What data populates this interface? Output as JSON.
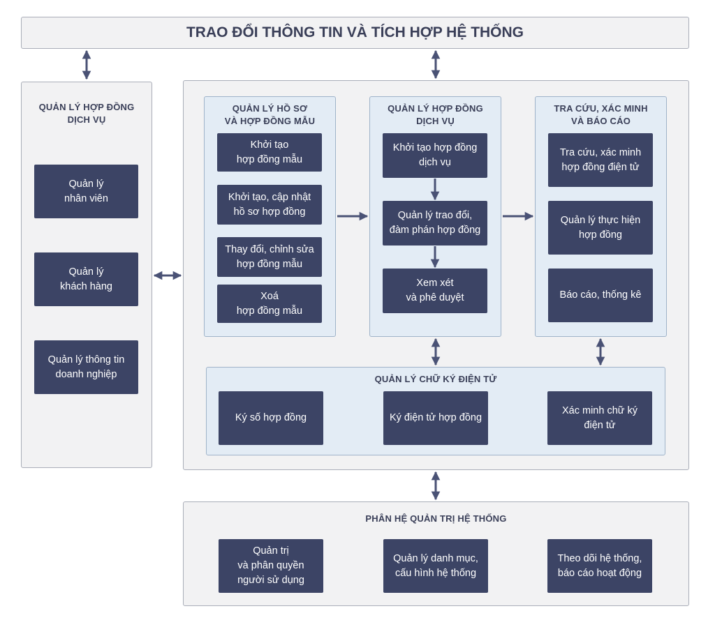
{
  "top_banner": {
    "title": "TRAO ĐỔI THÔNG TIN VÀ TÍCH HỢP HỆ THỐNG"
  },
  "left_panel": {
    "heading": "QUẢN LÝ HỢP ĐỒNG\nDỊCH VỤ",
    "items": [
      "Quản lý\nnhân viên",
      "Quản lý\nkhách hàng",
      "Quản lý thông tin\ndoanh nghiệp"
    ]
  },
  "profile_panel": {
    "heading": "QUẢN LÝ HỒ SƠ\nVÀ HỢP ĐỒNG MẪU",
    "items": [
      "Khởi tạo\nhợp đồng mẫu",
      "Khởi tạo, cập nhật\nhồ sơ hợp đồng",
      "Thay đổi, chỉnh sửa\nhợp đồng mẫu",
      "Xoá\nhợp đồng mẫu"
    ]
  },
  "contract_panel": {
    "heading": "QUẢN LÝ HỢP ĐỒNG\nDỊCH VỤ",
    "items": [
      "Khởi tạo hợp đồng\ndịch vụ",
      "Quản lý trao đổi,\nđàm phán hợp đồng",
      "Xem xét\nvà phê duyệt"
    ]
  },
  "lookup_panel": {
    "heading": "TRA CỨU, XÁC MINH\nVÀ BÁO CÁO",
    "items": [
      "Tra cứu, xác minh\nhợp đồng điện tử",
      "Quản lý thực hiện\nhợp đồng",
      "Báo cáo, thống kê"
    ]
  },
  "signature_panel": {
    "heading": "QUẢN LÝ CHỮ KÝ ĐIỆN TỬ",
    "items": [
      "Ký số hợp đồng",
      "Ký điện tử hợp đồng",
      "Xác minh chữ ký\nđiện tử"
    ]
  },
  "admin_panel": {
    "heading": "PHÂN HỆ QUẢN TRỊ HỆ THỐNG",
    "items": [
      "Quản trị\nvà phân quyền\nngười sử dụng",
      "Quản lý danh mục,\ncấu hình hệ thống",
      "Theo dõi hệ thống,\nbáo cáo hoạt động"
    ]
  },
  "colors": {
    "box_fill": "#3c4465",
    "arrow": "#4a5275",
    "inner_panel": "#e3ecf5",
    "outer_panel": "#f2f2f3"
  }
}
